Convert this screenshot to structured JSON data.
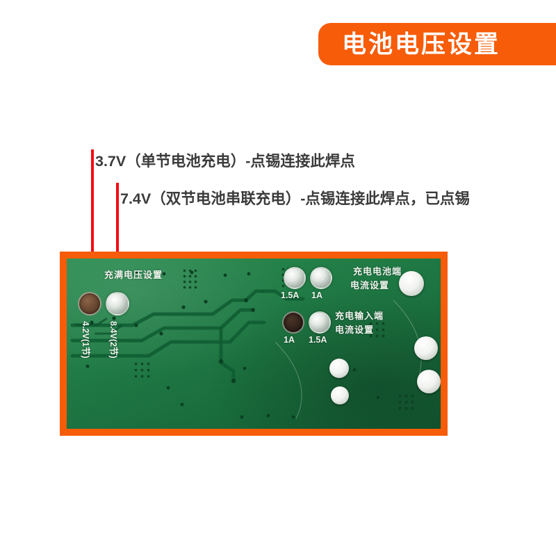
{
  "header": {
    "title": "电池电压设置",
    "bg_color": "#f75c09",
    "text_color": "#ffffff"
  },
  "annotations": {
    "line_color": "#f40b12",
    "text_color": "#3b3b3b",
    "items": [
      {
        "id": "callout-3v7",
        "text": "3.7V（单节电池充电）-点锡连接此焊点",
        "voltage": "3.7V",
        "target_pad": "4.2V(1节)"
      },
      {
        "id": "callout-7v4",
        "text": "7.4V（双节电池串联充电）-点锡连接此焊点，已点锡",
        "voltage": "7.4V",
        "target_pad": "8.4V(2节)"
      }
    ]
  },
  "pcb": {
    "frame_color": "#f75c09",
    "board_color": "#1f7a44",
    "silkscreen_color": "#eef6ee",
    "labels": {
      "charge_full_voltage": "充满电压设置",
      "pad_4v2": "4.2V(1节)",
      "pad_8v4": "8.4V(2节)",
      "battery_side_line1": "充电电池端",
      "battery_side_line2": "电流设置",
      "battery_pad_left": "1.5A",
      "battery_pad_right": "1A",
      "input_side_line1": "充电输入端",
      "input_side_line2": "电流设置",
      "input_pad_left": "1A",
      "input_pad_right": "1.5A"
    }
  }
}
